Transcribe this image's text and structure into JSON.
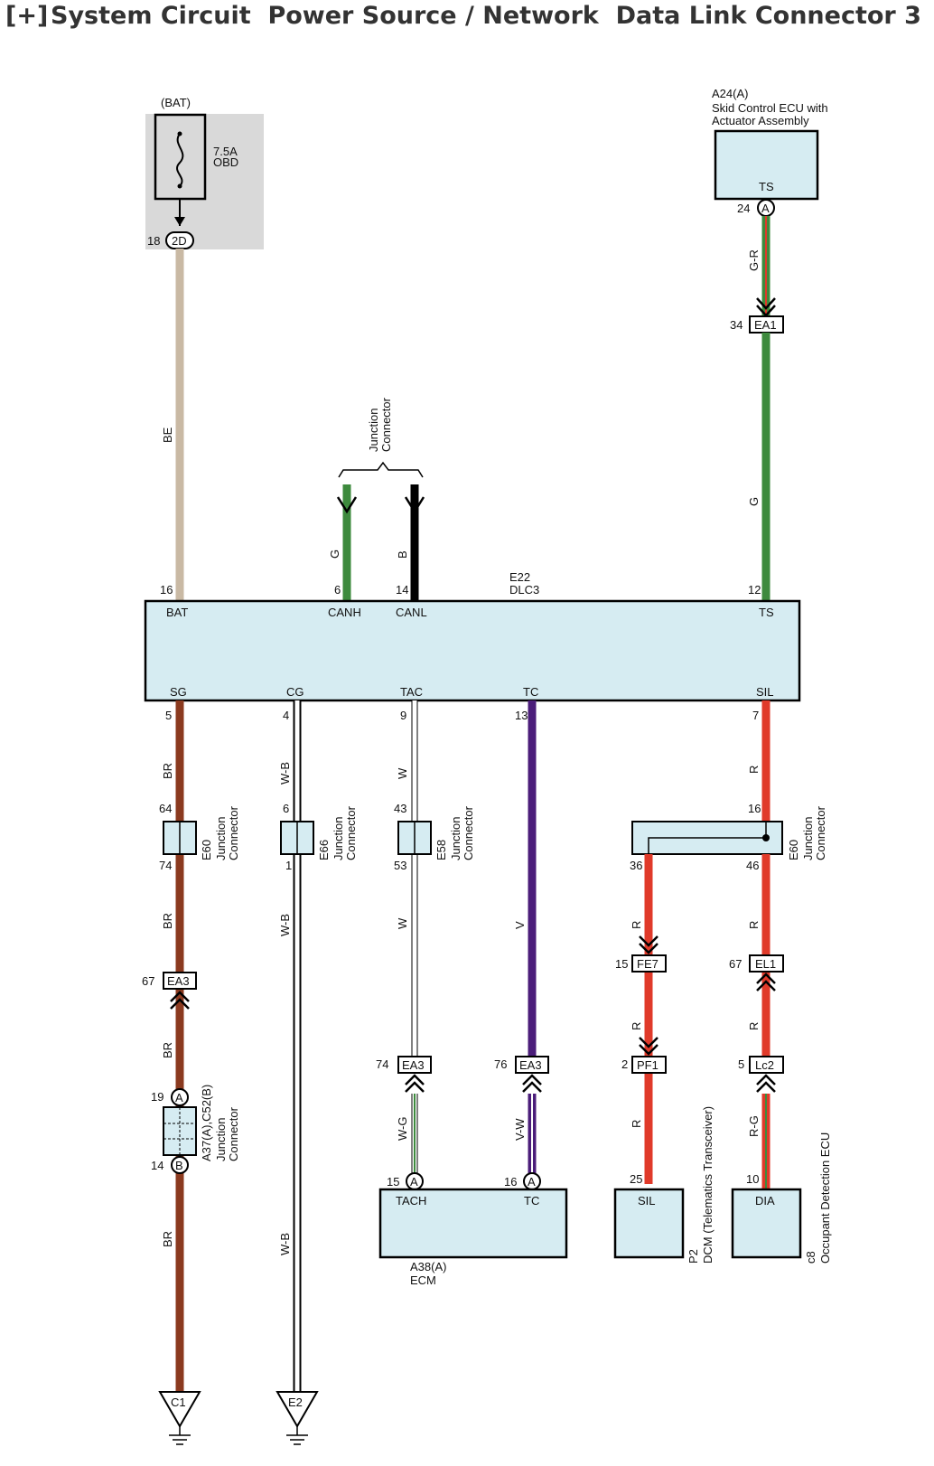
{
  "header": {
    "toggle": "[+]",
    "title": "System Circuit  Power Source / Network  Data Link Connector 3"
  },
  "fuse": {
    "source": "(BAT)",
    "rating": "7.5A",
    "name": "OBD",
    "pin": "18",
    "connector": "2D"
  },
  "skid_ecu": {
    "code": "A24(A)",
    "name1": "Skid Control ECU with",
    "name2": "Actuator Assembly",
    "pin_label": "TS",
    "pin": "24",
    "pin_letter": "A"
  },
  "dlc": {
    "code": "E22",
    "name": "DLC3"
  },
  "dlc_top_pins": [
    {
      "name": "BAT",
      "number": "16"
    },
    {
      "name": "CANH",
      "number": "6"
    },
    {
      "name": "CANL",
      "number": "14"
    },
    {
      "name": "TS",
      "number": "12"
    }
  ],
  "dlc_bottom_pins": [
    {
      "name": "SG",
      "number": "5"
    },
    {
      "name": "CG",
      "number": "4"
    },
    {
      "name": "TAC",
      "number": "9"
    },
    {
      "name": "TC",
      "number": "13"
    },
    {
      "name": "SIL",
      "number": "7"
    }
  ],
  "junction_top": {
    "label1": "Junction",
    "label2": "Connector"
  },
  "wire_colors": {
    "be": "BE",
    "gr": "G-R",
    "g": "G",
    "b": "B",
    "br": "BR",
    "wb": "W-B",
    "w": "W",
    "v": "V",
    "r": "R",
    "wg": "W-G",
    "vw": "V-W",
    "rg": "R-G"
  },
  "junctions": [
    {
      "code": "E60",
      "in": "64",
      "out": "74",
      "label1": "Junction",
      "label2": "Connector"
    },
    {
      "code": "E66",
      "in": "6",
      "out": "1",
      "label1": "Junction",
      "label2": "Connector"
    },
    {
      "code": "E58",
      "in": "43",
      "out": "53",
      "label1": "Junction",
      "label2": "Connector"
    },
    {
      "code": "E60",
      "in": "16",
      "out_a": "36",
      "out_b": "46",
      "label1": "Junction",
      "label2": "Connector"
    }
  ],
  "inline_connectors": {
    "ea1": {
      "label": "EA1",
      "pin": "34"
    },
    "ea3_left": {
      "label": "EA3",
      "pin": "67"
    },
    "ea3_tach": {
      "label": "EA3",
      "pin": "74"
    },
    "ea3_tc": {
      "label": "EA3",
      "pin": "76"
    },
    "fe7": {
      "label": "FE7",
      "pin": "15"
    },
    "el1": {
      "label": "EL1",
      "pin": "67"
    },
    "pf1": {
      "label": "PF1",
      "pin": "2"
    },
    "lc2": {
      "label": "Lc2",
      "pin": "5"
    }
  },
  "a37": {
    "code": "A37(A),C52(B)",
    "label1": "Junction",
    "label2": "Connector",
    "pin_a": "19",
    "letter_a": "A",
    "pin_b": "14",
    "letter_b": "B"
  },
  "ecm": {
    "code": "A38(A)",
    "name": "ECM",
    "pin1_label": "TACH",
    "pin1": "15",
    "pin1_letter": "A",
    "pin2_label": "TC",
    "pin2": "16",
    "pin2_letter": "A"
  },
  "dcm": {
    "code": "P2",
    "name": "DCM (Telematics Transceiver)",
    "pin_label": "SIL",
    "pin": "25"
  },
  "occupant": {
    "code": "c8",
    "name": "Occupant Detection ECU",
    "pin_label": "DIA",
    "pin": "10"
  },
  "grounds": {
    "left": "C1",
    "right": "E2"
  },
  "colors": {
    "bat_box": "#d9d9d9",
    "ecu_fill": "#d6ecf2",
    "wire_be": "#c9b9a4",
    "wire_green": "#3d8a3d",
    "wire_black": "#000000",
    "wire_brown": "#8b3a1f",
    "wire_violet": "#4b1d7a",
    "wire_red": "#e03a2a"
  }
}
